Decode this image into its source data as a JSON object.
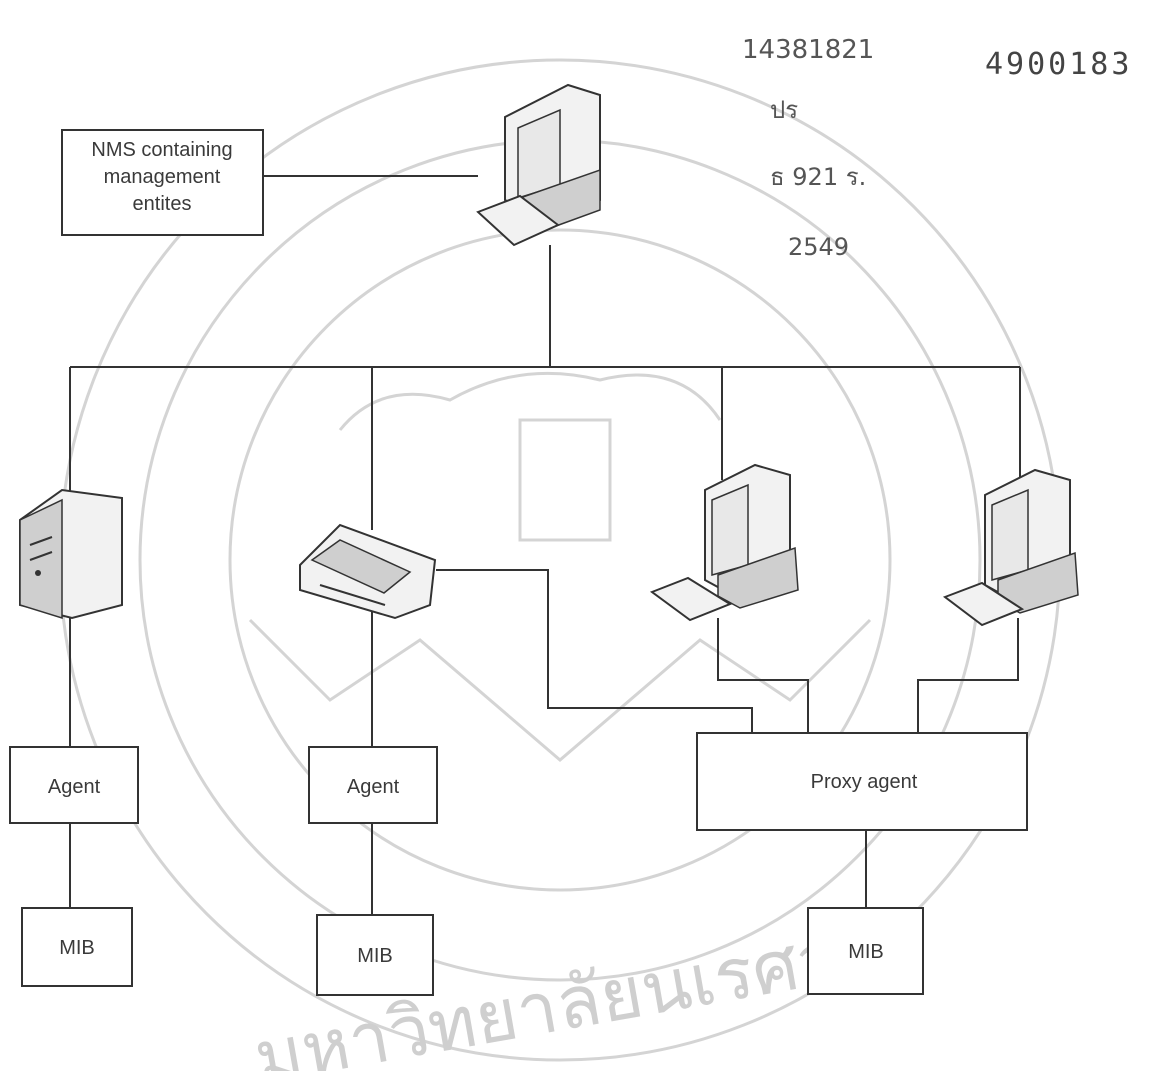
{
  "nms_box": {
    "lines": [
      "NMS  containing",
      "management",
      "entites"
    ]
  },
  "agent_left": {
    "label": "Agent"
  },
  "agent_mid": {
    "label": "Agent"
  },
  "proxy_agent": {
    "label": "Proxy agent"
  },
  "mib_left": {
    "label": "MIB"
  },
  "mib_mid": {
    "label": "MIB"
  },
  "mib_right": {
    "label": "MIB"
  },
  "annotations": {
    "handwritten_id": "14381821",
    "stamp_number": "4900183",
    "handwritten_2": "ปร",
    "handwritten_3": "ธ 921 ร.",
    "handwritten_4": "2549"
  },
  "watermark": {
    "text": "มหาวิทยาลัยนเรศวร"
  },
  "icons": [
    "computer-icon",
    "server-tower-icon",
    "router-icon"
  ]
}
